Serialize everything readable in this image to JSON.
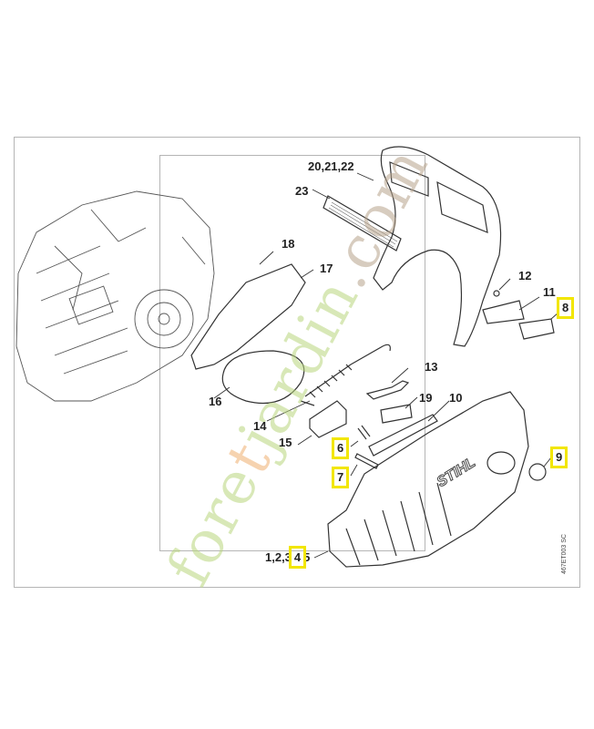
{
  "diagram": {
    "labels": {
      "l20": "20,21,22",
      "l23": "23",
      "l18": "18",
      "l17": "17",
      "l12": "12",
      "l11": "11",
      "l8": "8",
      "l16": "16",
      "l14": "14",
      "l15": "15",
      "l13": "13",
      "l19": "19",
      "l10": "10",
      "l6": "6",
      "l7": "7",
      "l9": "9",
      "l1235_a": "1,2,3",
      "l4": "4",
      "l5": "5"
    },
    "brand_on_cover": "STIHL",
    "drawing_code": "467ET003 SC",
    "watermark": {
      "p1": "fore",
      "p2": "t",
      "p3": "jardin",
      "p4": ".com"
    },
    "highlight_color": "#f2e600"
  }
}
